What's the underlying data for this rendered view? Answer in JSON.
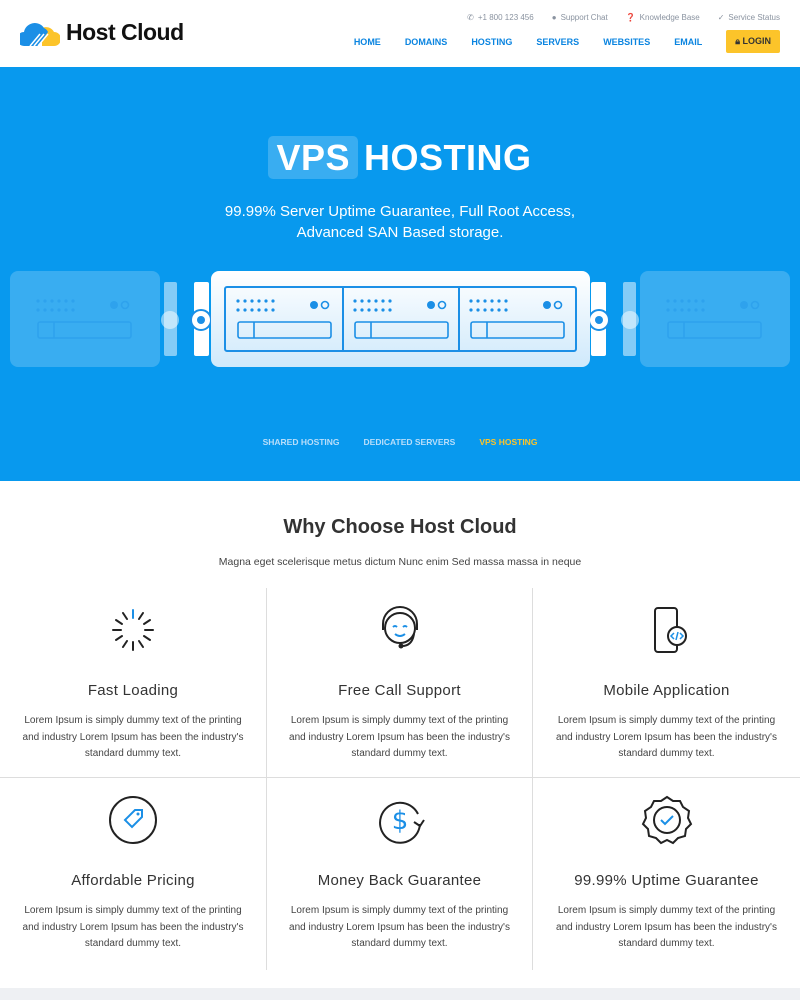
{
  "header": {
    "logo_text": "Host Cloud",
    "topbar": [
      {
        "icon": "phone-icon",
        "label": "+1 800 123 456"
      },
      {
        "icon": "chat-icon",
        "label": "Support Chat"
      },
      {
        "icon": "question-icon",
        "label": "Knowledge Base"
      },
      {
        "icon": "check-icon",
        "label": "Service Status"
      }
    ],
    "nav": [
      "HOME",
      "DOMAINS",
      "HOSTING",
      "SERVERS",
      "WEBSITES",
      "EMAIL"
    ],
    "login": "LOGIN"
  },
  "hero": {
    "title_highlight": "VPS",
    "title_rest": "HOSTING",
    "subtitle_line1": "99.99% Server Uptime Guarantee, Full Root Access,",
    "subtitle_line2": "Advanced SAN Based storage.",
    "tabs": [
      {
        "label": "SHARED HOSTING",
        "active": false
      },
      {
        "label": "DEDICATED SERVERS",
        "active": false
      },
      {
        "label": "VPS HOSTING",
        "active": true
      }
    ]
  },
  "why": {
    "title": "Why Choose Host Cloud",
    "subtitle": "Magna eget scelerisque metus dictum Nunc enim Sed massa massa in neque",
    "features": [
      {
        "icon": "loading-icon",
        "title": "Fast Loading",
        "text": "Lorem Ipsum is simply dummy text of the printing and industry Lorem Ipsum has been the industry's standard dummy text."
      },
      {
        "icon": "support-agent-icon",
        "title": "Free Call Support",
        "text": "Lorem Ipsum is simply dummy text of the printing and industry Lorem Ipsum has been the industry's standard dummy text."
      },
      {
        "icon": "mobile-code-icon",
        "title": "Mobile Application",
        "text": "Lorem Ipsum is simply dummy text of the printing and industry Lorem Ipsum has been the industry's standard dummy text."
      },
      {
        "icon": "price-tag-icon",
        "title": "Affordable Pricing",
        "text": "Lorem Ipsum is simply dummy text of the printing and industry Lorem Ipsum has been the industry's standard dummy text."
      },
      {
        "icon": "dollar-refresh-icon",
        "title": "Money Back Guarantee",
        "text": "Lorem Ipsum is simply dummy text of the printing and industry Lorem Ipsum has been the industry's standard dummy text."
      },
      {
        "icon": "badge-check-icon",
        "title": "99.99% Uptime Guarantee",
        "text": "Lorem Ipsum is simply dummy text of the printing and industry Lorem Ipsum has been the industry's standard dummy text."
      }
    ]
  },
  "colors": {
    "primary": "#0899ee",
    "accent": "#fcc42a",
    "nav": "#0a84e0"
  }
}
